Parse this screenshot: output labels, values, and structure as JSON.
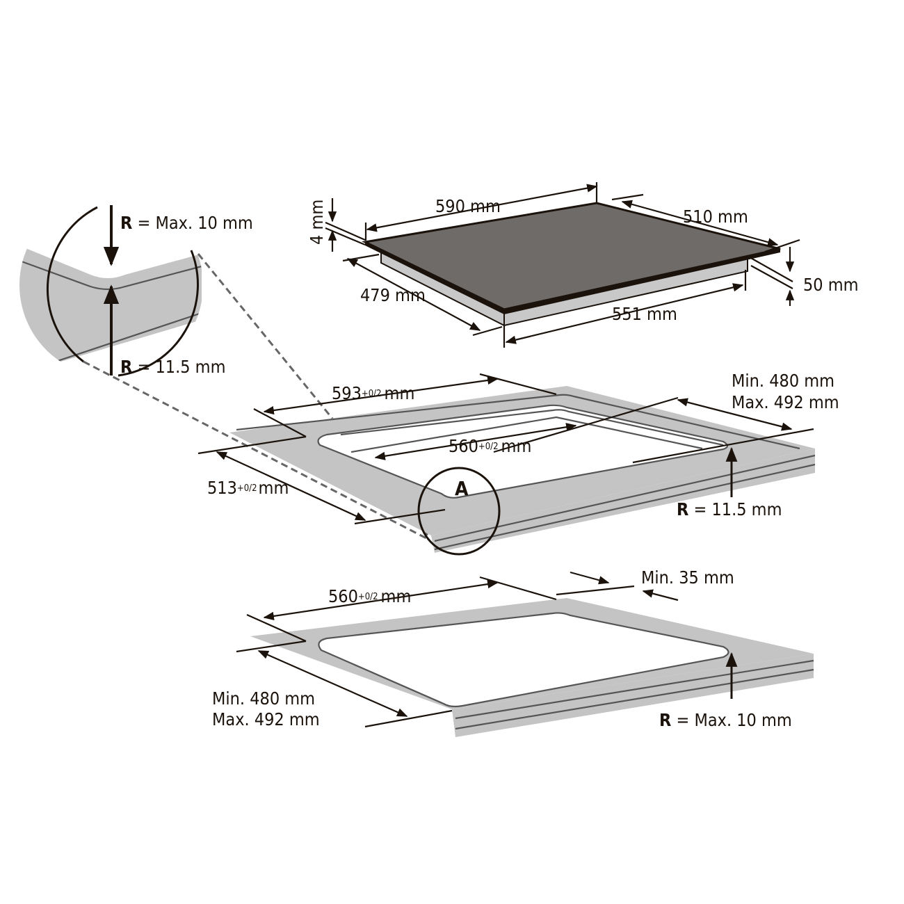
{
  "colors": {
    "ink": "#1a120b",
    "hob": "#6f6b69",
    "counter": "#c4c4c4",
    "frame": "#d2d2d2"
  },
  "detail": {
    "r_top": "= Max. 10 mm",
    "r_top_prefix": "R",
    "r_bottom": "= 11.5 mm",
    "r_bottom_prefix": "R"
  },
  "hob": {
    "width": "590 mm",
    "depth": "510 mm",
    "glass": "4 mm",
    "height": "50 mm",
    "body_depth": "479 mm",
    "body_width": "551 mm"
  },
  "cutout_flush": {
    "outer_width": "593",
    "outer_width_tol": "+0/2",
    "outer_width_unit": "mm",
    "outer_depth": "513",
    "outer_depth_tol": "+0/2",
    "outer_depth_unit": "mm",
    "inner_width": "560",
    "inner_width_tol": "+0/2",
    "inner_width_unit": "mm",
    "depth_min": "Min. 480 mm",
    "depth_max": "Max. 492 mm",
    "radius_prefix": "R",
    "radius": "= 11.5 mm",
    "detail_marker": "A"
  },
  "cutout_standard": {
    "width": "560",
    "width_tol": "+0/2",
    "width_unit": "mm",
    "front_min": "Min. 35 mm",
    "depth_min": "Min. 480 mm",
    "depth_max": "Max. 492 mm",
    "radius_prefix": "R",
    "radius": "= Max. 10 mm"
  }
}
